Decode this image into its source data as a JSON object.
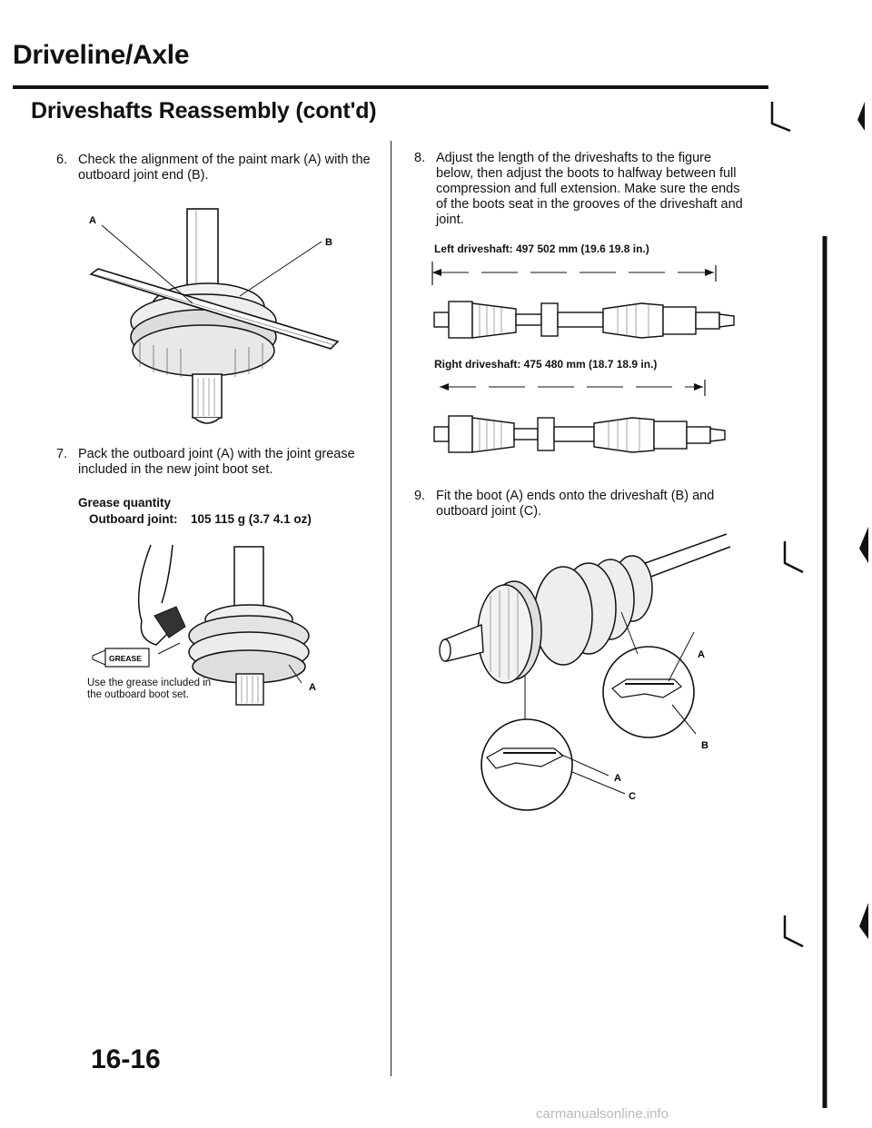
{
  "header": {
    "section_title": "Driveline/Axle",
    "page_title": "Driveshafts Reassembly (cont'd)"
  },
  "steps": {
    "s6": {
      "num": "6.",
      "text": "Check the alignment of the paint mark (A) with the outboard joint end (B)."
    },
    "s7": {
      "num": "7.",
      "text": "Pack the outboard joint (A) with the joint grease included in the new joint boot set."
    },
    "s8": {
      "num": "8.",
      "text": "Adjust the length of the driveshafts to the figure below, then adjust the boots to halfway between full compression and full extension. Make sure the ends of the boots seat in the grooves of the driveshaft and joint."
    },
    "s9": {
      "num": "9.",
      "text": "Fit the boot (A) ends onto the driveshaft (B) and outboard joint (C)."
    }
  },
  "grease": {
    "heading": "Grease quantity",
    "label": "Outboard joint:",
    "value": "105 115 g (3.7 4.1 oz)",
    "note": "Use the grease included in the outboard boot set.",
    "tube_label": "GREASE"
  },
  "driveshafts": {
    "left": "Left driveshaft: 497 502 mm (19.6 19.8 in.)",
    "right": "Right driveshaft: 475 480 mm (18.7 18.9 in.)"
  },
  "callouts": {
    "a": "A",
    "b": "B",
    "c": "C"
  },
  "footer": {
    "page_number": "16-16",
    "watermark": "carmanualsonline.info"
  }
}
